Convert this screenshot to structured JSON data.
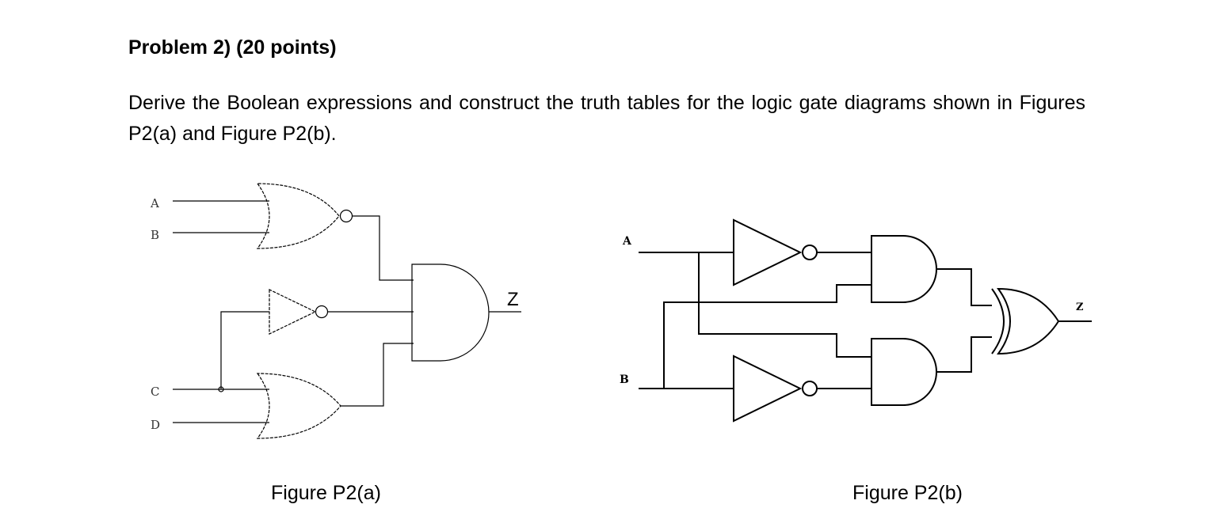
{
  "problem": {
    "title": "Problem 2) (20 points)",
    "instruction": "Derive the Boolean expressions and construct the truth tables for the logic gate diagrams shown in Figures P2(a) and Figure P2(b)."
  },
  "figure_a": {
    "caption": "Figure P2(a)",
    "input_labels": [
      "A",
      "B",
      "C",
      "D"
    ],
    "output_label": "Z"
  },
  "figure_b": {
    "caption": "Figure P2(b)",
    "input_labels": [
      "A",
      "B"
    ],
    "output_label": "Z"
  }
}
